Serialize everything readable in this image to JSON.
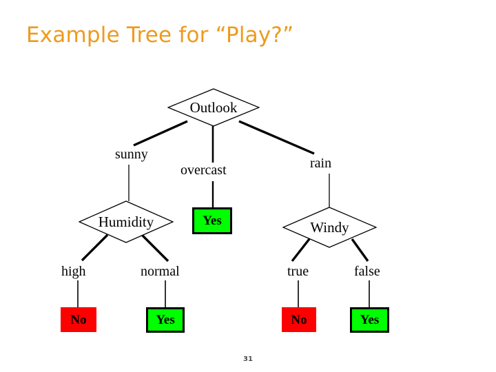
{
  "slide": {
    "title": "Example Tree for “Play?”",
    "page_number": "31",
    "background_color": "#ffffff",
    "title_color": "#EE9A1D"
  },
  "colors": {
    "yes_fill": "#00FF00",
    "no_fill": "#FF0000",
    "node_stroke": "#000000",
    "node_fill": "#FFFFFF",
    "edge_stroke": "#000000",
    "text": "#000000"
  },
  "tree": {
    "nodes": [
      {
        "id": "outlook",
        "kind": "decision",
        "label": "Outlook"
      },
      {
        "id": "humidity",
        "kind": "decision",
        "label": "Humidity"
      },
      {
        "id": "windy",
        "kind": "decision",
        "label": "Windy"
      },
      {
        "id": "leaf_overcast_yes",
        "kind": "leaf",
        "label": "Yes",
        "outcome": "yes"
      },
      {
        "id": "leaf_high_no",
        "kind": "leaf",
        "label": "No",
        "outcome": "no"
      },
      {
        "id": "leaf_normal_yes",
        "kind": "leaf",
        "label": "Yes",
        "outcome": "yes"
      },
      {
        "id": "leaf_true_no",
        "kind": "leaf",
        "label": "No",
        "outcome": "no"
      },
      {
        "id": "leaf_false_yes",
        "kind": "leaf",
        "label": "Yes",
        "outcome": "yes"
      }
    ],
    "edge_labels": [
      {
        "id": "sunny",
        "label": "sunny",
        "from": "outlook",
        "to": "humidity"
      },
      {
        "id": "overcast",
        "label": "overcast",
        "from": "outlook",
        "to": "leaf_overcast_yes"
      },
      {
        "id": "rain",
        "label": "rain",
        "from": "outlook",
        "to": "windy"
      },
      {
        "id": "high",
        "label": "high",
        "from": "humidity",
        "to": "leaf_high_no"
      },
      {
        "id": "normal",
        "label": "normal",
        "from": "humidity",
        "to": "leaf_normal_yes"
      },
      {
        "id": "true",
        "label": "true",
        "from": "windy",
        "to": "leaf_true_no"
      },
      {
        "id": "false",
        "label": "false",
        "from": "windy",
        "to": "leaf_false_yes"
      }
    ]
  }
}
